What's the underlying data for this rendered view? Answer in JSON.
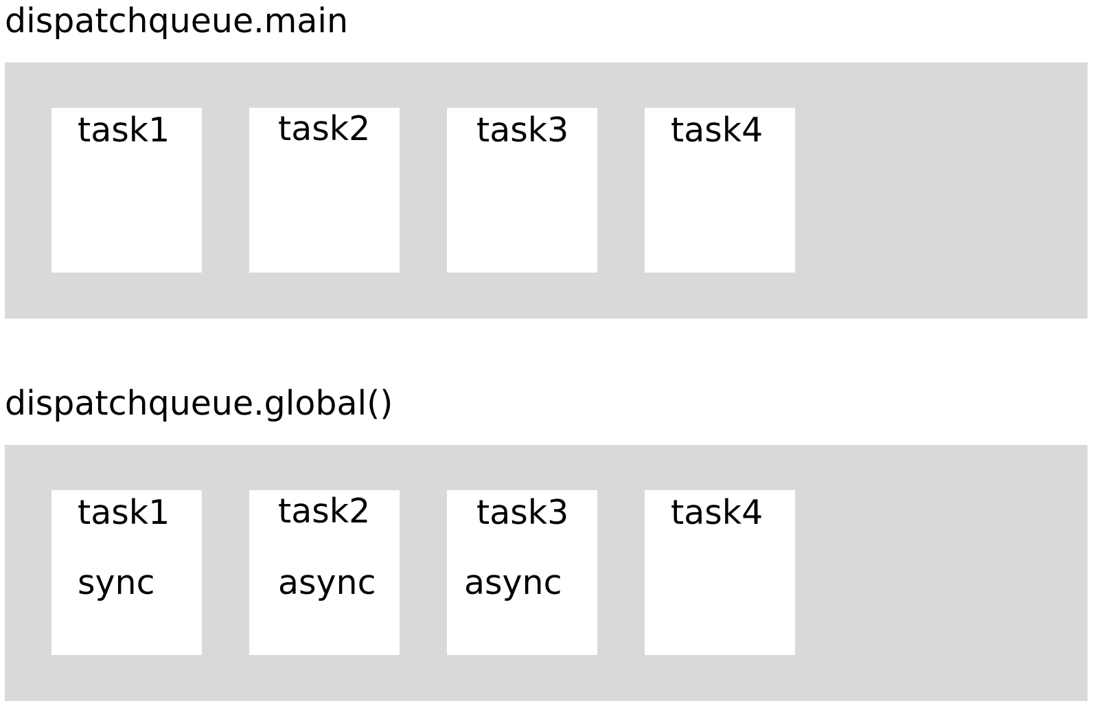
{
  "queues": [
    {
      "title": "dispatchqueue.main",
      "tasks": [
        {
          "name": "task1",
          "mode": ""
        },
        {
          "name": "task2",
          "mode": ""
        },
        {
          "name": "task3",
          "mode": ""
        },
        {
          "name": "task4",
          "mode": ""
        }
      ]
    },
    {
      "title": "dispatchqueue.global()",
      "tasks": [
        {
          "name": "task1",
          "mode": "sync"
        },
        {
          "name": "task2",
          "mode": "async"
        },
        {
          "name": "task3",
          "mode": "async"
        },
        {
          "name": "task4",
          "mode": ""
        }
      ]
    }
  ],
  "colors": {
    "panel_background": "#d9d9d9",
    "task_background": "#ffffff",
    "text": "#000000"
  }
}
